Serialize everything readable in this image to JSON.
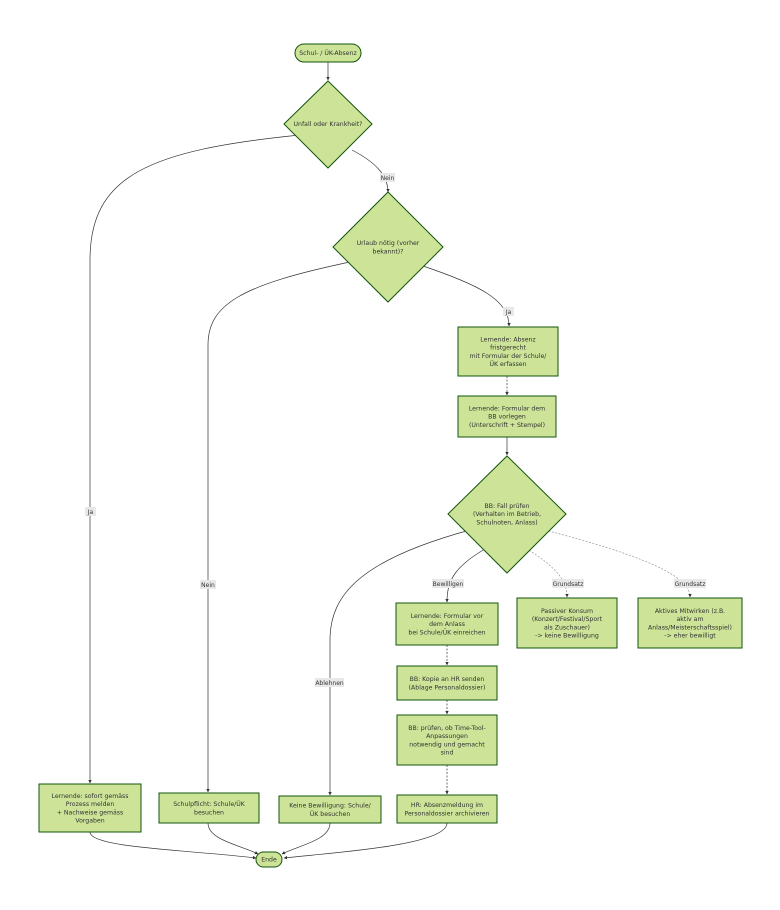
{
  "colors": {
    "node_fill": "#cde498",
    "node_stroke": "#13540c",
    "edge": "#333333",
    "label_bg": "#e8e8e8"
  },
  "nodes": {
    "start": {
      "lines": [
        "Schul- / ÜK-Absenz"
      ]
    },
    "q_illness": {
      "lines": [
        "Unfall oder Krankheit?"
      ]
    },
    "q_vacation": {
      "lines": [
        "Urlaub nötig (vorher",
        "bekannt)?"
      ]
    },
    "proc_report": {
      "lines": [
        "Lernende: sofort gemäss",
        "Prozess melden",
        "+ Nachweise gemäss",
        "Vorgaben"
      ]
    },
    "school_duty": {
      "lines": [
        "Schulpflicht: Schule/ÜK",
        "besuchen"
      ]
    },
    "form_capture": {
      "lines": [
        "Lernende: Absenz",
        "fristgerecht",
        "mit Formular der Schule/",
        "ÜK erfassen"
      ]
    },
    "form_present": {
      "lines": [
        "Lernende: Formular dem",
        "BB vorlegen",
        "(Unterschrift + Stempel)"
      ]
    },
    "q_bb_check": {
      "lines": [
        "BB: Fall prüfen",
        "(Verhalten im Betrieb,",
        "Schulnoten, Anlass)"
      ]
    },
    "form_submit": {
      "lines": [
        "Lernende: Formular vor",
        "dem Anlass",
        "bei Schule/ÜK einreichen"
      ]
    },
    "passive": {
      "lines": [
        "Passiver Konsum",
        "(Konzert/Festival/Sport",
        "als Zuschauer)",
        "-> keine Bewilligung"
      ]
    },
    "active": {
      "lines": [
        "Aktives Mitwirken (z.B.",
        "aktiv am",
        "Anlass/Meisterschaftsspiel)",
        "-> eher bewilligt"
      ]
    },
    "copy_hr": {
      "lines": [
        "BB: Kopie an HR senden",
        "(Ablage Personaldossier)"
      ]
    },
    "timetool": {
      "lines": [
        "BB: prüfen, ob Time-Tool-",
        "Anpassungen",
        "notwendig und gemacht",
        "sind"
      ]
    },
    "hr_archive": {
      "lines": [
        "HR: Absenzmeldung im",
        "Personaldossier archivieren"
      ]
    },
    "no_permit": {
      "lines": [
        "Keine Bewilligung: Schule/",
        "ÜK besuchen"
      ]
    },
    "end": {
      "lines": [
        "Ende"
      ]
    }
  },
  "edge_labels": {
    "nein_1": "Nein",
    "ja_1": "Ja",
    "ja_2": "Ja",
    "nein_2": "Nein",
    "bewilligen": "Bewilligen",
    "grundsatz_1": "Grundsatz",
    "grundsatz_2": "Grundsatz",
    "ablehnen": "Ablehnen"
  }
}
